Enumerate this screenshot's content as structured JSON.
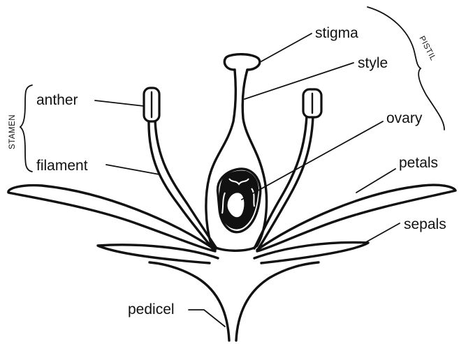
{
  "diagram": {
    "labels": {
      "stigma": "stigma",
      "style": "style",
      "ovary": "ovary",
      "anther": "anther",
      "filament": "filament",
      "petals": "petals",
      "sepals": "sepals",
      "pedicel": "pedicel"
    },
    "groups": {
      "pistil": "PISTIL",
      "stamen": "STAMEN"
    }
  }
}
